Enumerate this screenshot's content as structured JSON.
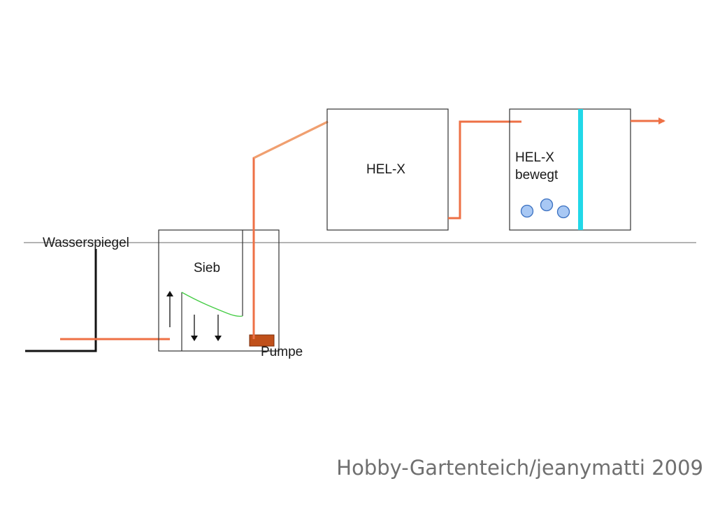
{
  "labels": {
    "water_level": "Wasserspiegel",
    "sieve": "Sieb",
    "pump": "Pumpe",
    "helx_box": "HEL-X",
    "helx_moving_line1": "HEL-X",
    "helx_moving_line2": "bewegt"
  },
  "credit": "Hobby-Gartenteich/jeanymatti 2009",
  "colors": {
    "pipe": "#ee7045",
    "pipe_light": "#f0a070",
    "pump": "#c0501a",
    "divider": "#22d8e8",
    "media": "#a8c8f4",
    "media_stroke": "#3a70c0",
    "sieve_curve": "#44cc44",
    "outline": "#333333",
    "water_line": "#888888"
  }
}
